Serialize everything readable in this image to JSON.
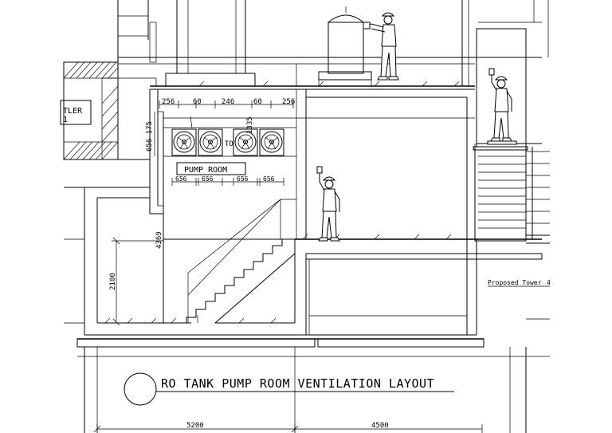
{
  "drawing": {
    "title": "RO TANK PUMP ROOM VENTILATION LAYOUT",
    "room_label": "PUMP ROOM",
    "left_room_label_line1": "TLER",
    "left_room_label_line2": "1",
    "right_note": "Proposed Tower",
    "fan_label": "TO",
    "dims_top": [
      "256",
      "60",
      "246",
      "60",
      "256"
    ],
    "dims_fans": [
      "656",
      "656",
      "656",
      "656"
    ],
    "dim_left_stack": "656 175",
    "dim_vertical_mid": "1335",
    "dim_vertical_big": "4369",
    "dim_vertical_room": "2100",
    "dims_bottom": [
      "5200",
      "4500"
    ]
  }
}
